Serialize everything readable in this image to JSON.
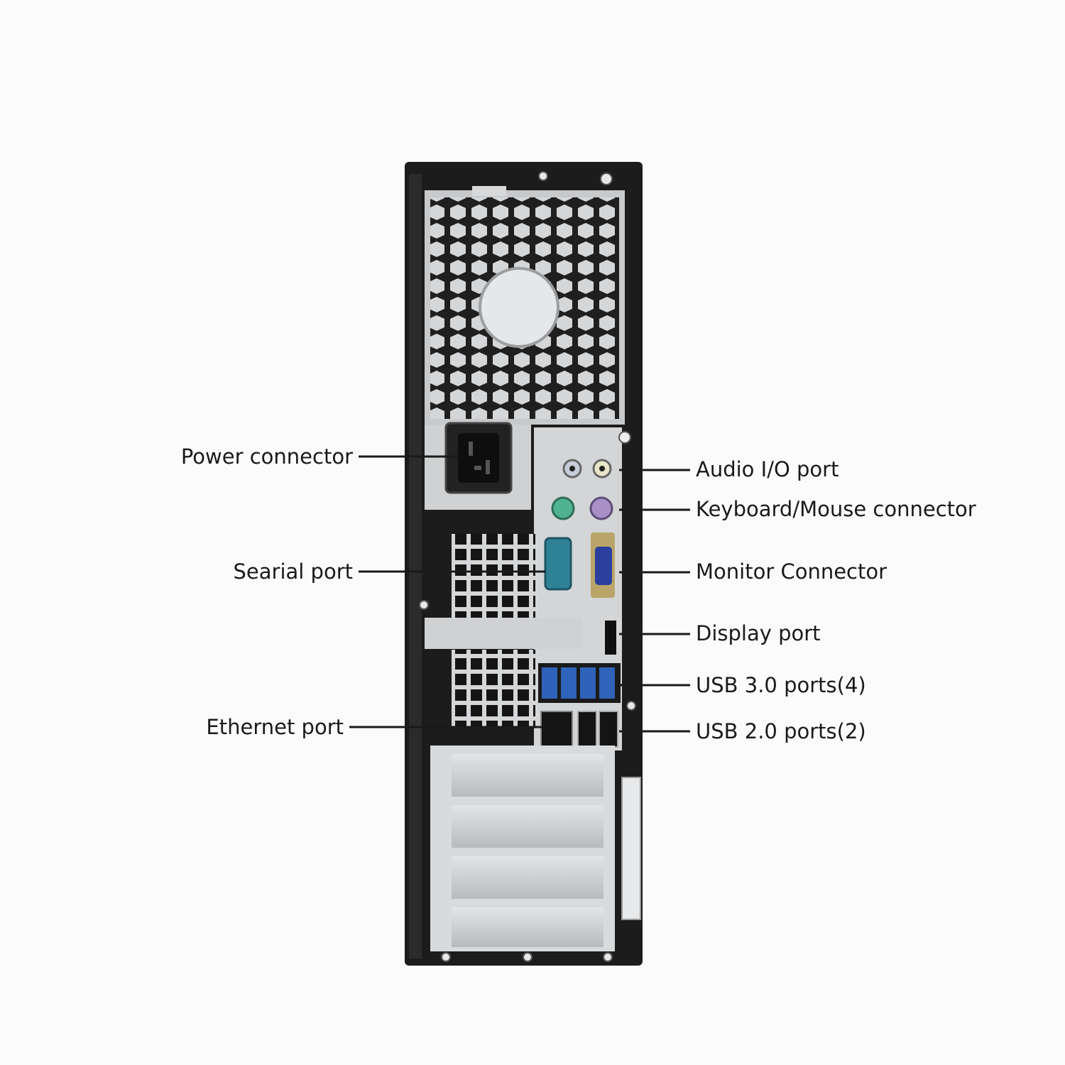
{
  "labels": {
    "power_connector": "Power connector",
    "serial_port": "Searial port",
    "ethernet_port": "Ethernet port",
    "audio_port": "Audio I/O port",
    "keyboard_mouse": "Keyboard/Mouse connector",
    "monitor_connector": "Monitor Connector",
    "display_port": "Display port",
    "usb3_ports": "USB 3.0 ports(4)",
    "usb2_ports": "USB 2.0 ports(2)"
  },
  "colors": {
    "case": "#1c1c1c",
    "panel": "#c9cbcd",
    "serial": "#2f8196",
    "vga": "#2a3f9e",
    "usb3": "#2f62b9",
    "ps2_keyboard": "#4fb392",
    "ps2_mouse": "#a890c7"
  }
}
